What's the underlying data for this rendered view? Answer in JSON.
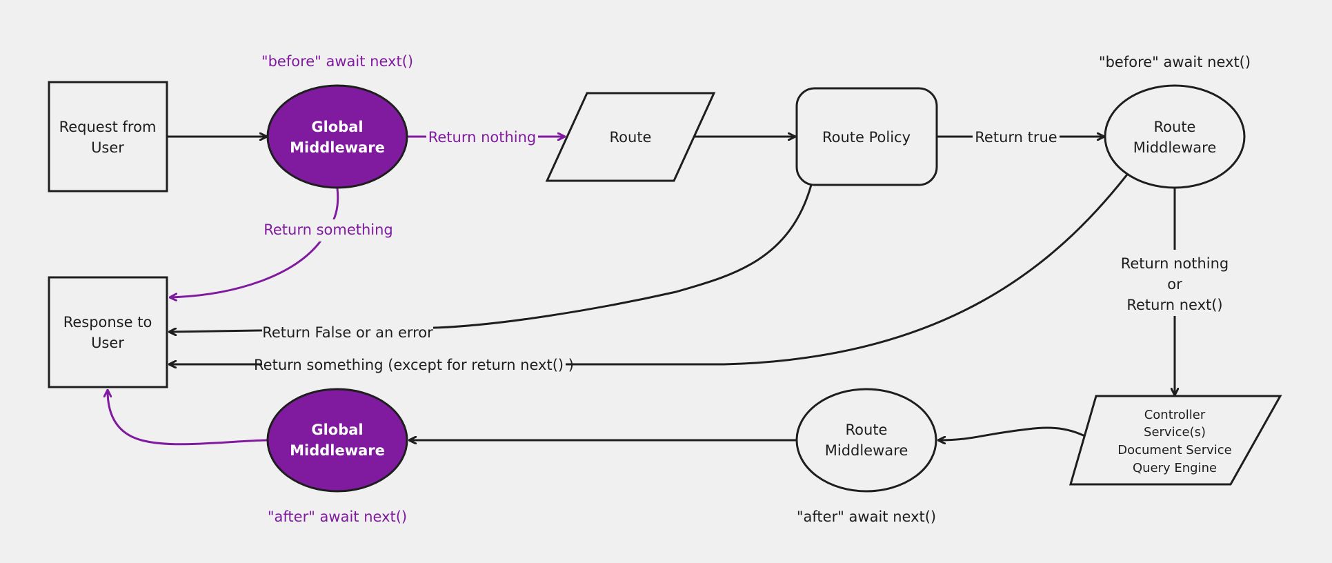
{
  "colors": {
    "background": "#f0f0f0",
    "stroke": "#1e1e1e",
    "accent": "#801ba0",
    "accent_text": "#ffffff"
  },
  "nodes": {
    "request": {
      "line1": "Request from",
      "line2": "User"
    },
    "global_mw_top": {
      "line1": "Global",
      "line2": "Middleware",
      "caption": "\"before\" await next()"
    },
    "route": {
      "label": "Route"
    },
    "route_policy": {
      "label": "Route Policy"
    },
    "route_mw_top": {
      "line1": "Route",
      "line2": "Middleware",
      "caption": "\"before\" await next()"
    },
    "response": {
      "line1": "Response to",
      "line2": "User"
    },
    "controller": {
      "lines": [
        "Controller",
        "Service(s)",
        "Document Service",
        "Query Engine"
      ]
    },
    "route_mw_bottom": {
      "line1": "Route",
      "line2": "Middleware",
      "caption": "\"after\" await next()"
    },
    "global_mw_bottom": {
      "line1": "Global",
      "line2": "Middleware",
      "caption": "\"after\" await next()"
    }
  },
  "edges": {
    "global_to_route": "Return nothing",
    "policy_to_route_mw": "Return true",
    "global_to_response": "Return something",
    "policy_to_response": "Return False or an error",
    "route_mw_to_response": "Return something (except for return next() )",
    "route_mw_to_controller": [
      "Return nothing",
      "or",
      "Return next()"
    ]
  }
}
